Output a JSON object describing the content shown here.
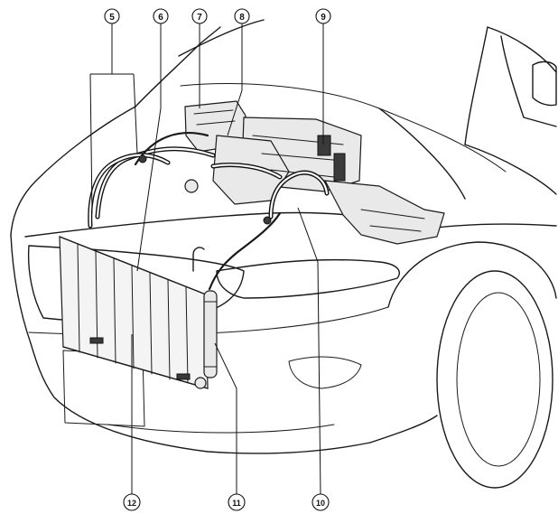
{
  "callouts": {
    "c5": "5",
    "c6": "6",
    "c7": "7",
    "c8": "8",
    "c9": "9",
    "c10": "10",
    "c11": "11",
    "c12": "12"
  }
}
